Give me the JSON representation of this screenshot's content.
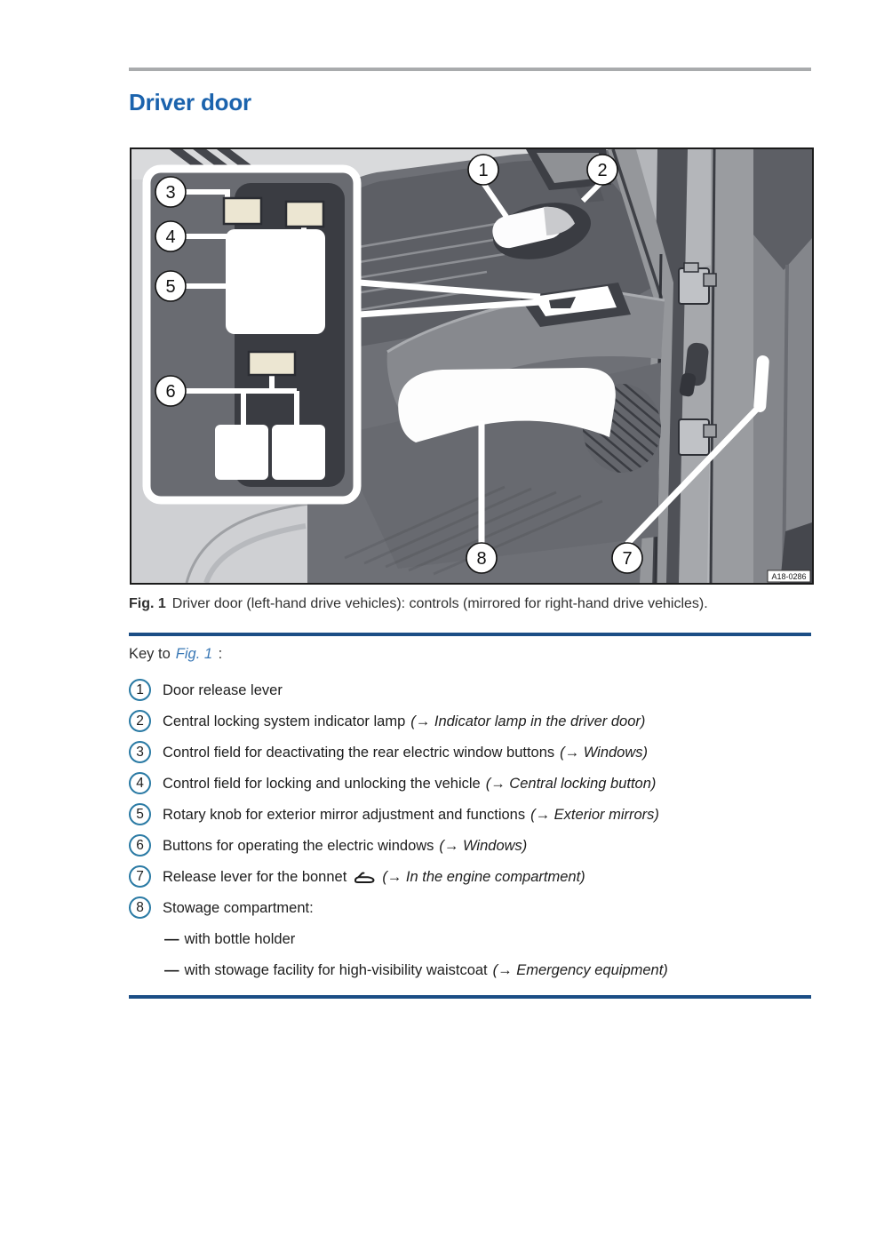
{
  "page": {
    "title": "Driver door",
    "colors": {
      "title_blue": "#1b63ad",
      "rule_navy": "#1b4e85",
      "rule_gray": "#a9abad",
      "circle_blue": "#2a7aa4",
      "link_blue": "#3a78b5"
    }
  },
  "figure": {
    "image_code": "A18-0286",
    "callouts": [
      "1",
      "2",
      "3",
      "4",
      "5",
      "6",
      "7",
      "8"
    ],
    "caption_label": "Fig. 1",
    "caption_text": "Driver door (left-hand drive vehicles): controls (mirrored for right-hand drive vehicles)."
  },
  "key": {
    "intro_prefix": "Key to",
    "intro_link": "Fig. 1",
    "intro_suffix": ":",
    "dash": "—",
    "items": [
      {
        "num": "1",
        "text": "Door release lever",
        "ref": ""
      },
      {
        "num": "2",
        "text": "Central locking system indicator lamp",
        "ref": "(→ Indicator lamp in the driver door)"
      },
      {
        "num": "3",
        "text": "Control field for deactivating the rear electric window buttons",
        "ref": "(→ Windows)"
      },
      {
        "num": "4",
        "text": "Control field for locking and unlocking the vehicle",
        "ref": "(→ Central locking button)"
      },
      {
        "num": "5",
        "text": "Rotary knob for exterior mirror adjustment and functions",
        "ref": "(→ Exterior mirrors)"
      },
      {
        "num": "6",
        "text": "Buttons for operating the electric windows",
        "ref": "(→ Windows)"
      },
      {
        "num": "7",
        "text": "Release lever for the bonnet",
        "ref": "(→ In the engine compartment)"
      },
      {
        "num": "8",
        "text": "Stowage compartment:",
        "ref": ""
      }
    ],
    "subitems": [
      {
        "text": "with bottle holder",
        "ref": ""
      },
      {
        "text": "with stowage facility for high-visibility waistcoat",
        "ref": "(→ Emergency equipment)"
      }
    ]
  }
}
